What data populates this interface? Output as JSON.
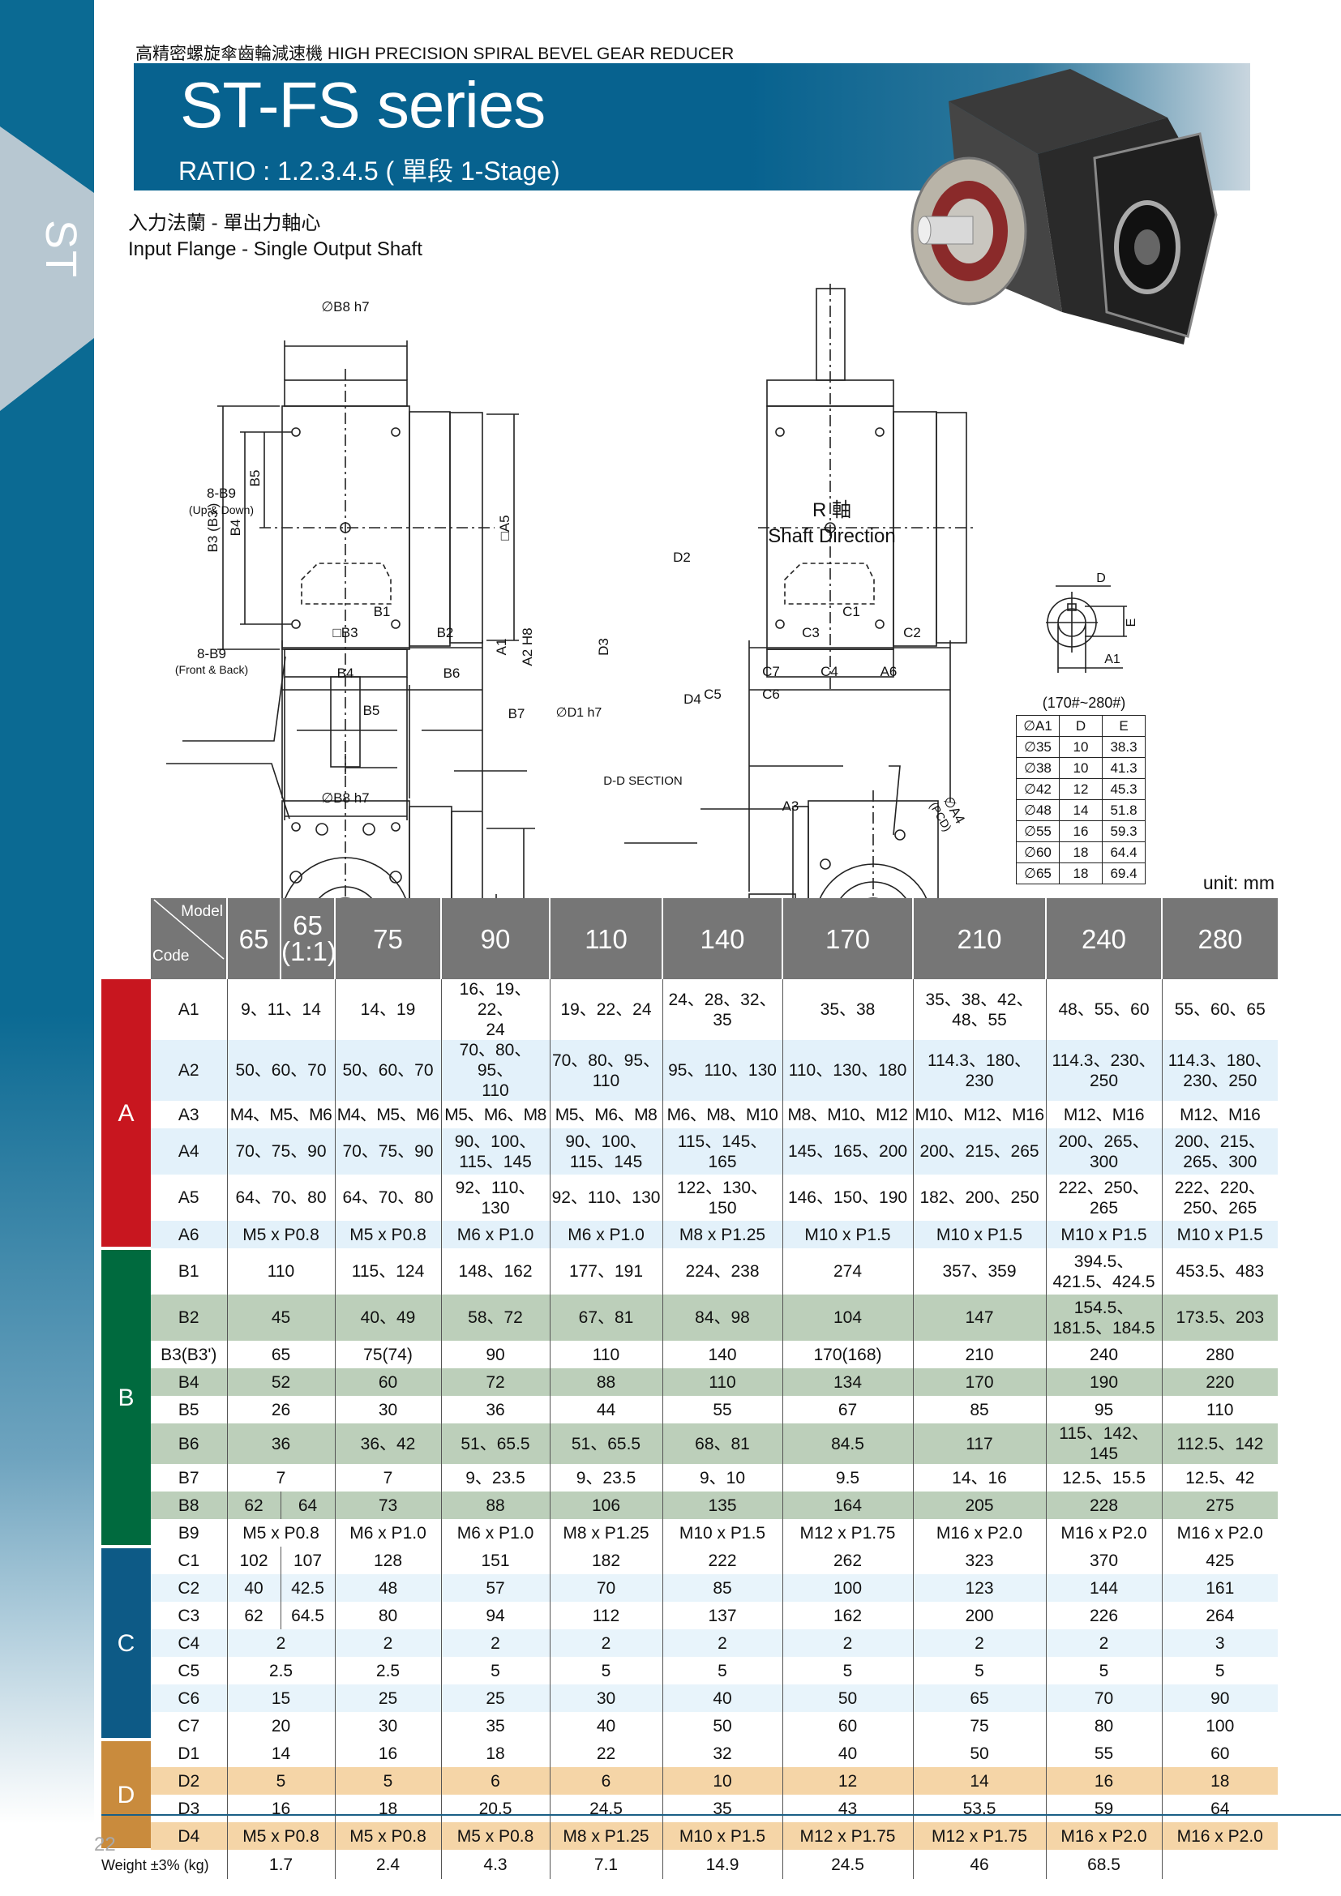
{
  "sidebar": {
    "label": "ST"
  },
  "header": {
    "caption": "高精密螺旋傘齒輪減速機  HIGH PRECISION SPIRAL BEVEL GEAR REDUCER",
    "title": "ST-FS series",
    "ratio": "RATIO : 1.2.3.4.5 ( 單段 1-Stage)"
  },
  "subtitle": {
    "cn": "入力法蘭 - 單出力軸心",
    "en": "Input Flange - Single Output Shaft"
  },
  "drawings": {
    "front": {
      "b8_top": "∅B8 h7",
      "b8_bottom": "∅B8 h7",
      "b3": "B3 (B3')",
      "b4": "B4",
      "b5": "B5",
      "a5": "□A5",
      "b9": "8-B9",
      "b9_note": "(Up & Down)"
    },
    "shaft": {
      "cn": "R 軸",
      "en": "Shaft Direction"
    },
    "side": {
      "b1": "B1",
      "b3": "□B3",
      "b2": "B2",
      "b4": "B4",
      "b6": "B6",
      "b5": "B5",
      "b7": "B7",
      "b9": "8-B9",
      "b9_note": "(Front & Back)",
      "a1": "A1",
      "a2": "A2 H8"
    },
    "section": {
      "d2": "D2",
      "d3": "D3",
      "d1": "∅D1 h7",
      "d4": "D4",
      "title": "D-D SECTION"
    },
    "flange": {
      "c1": "C1",
      "c3": "C3",
      "c2": "C2",
      "c7": "C7",
      "c4": "C4",
      "a6": "A6",
      "c5": "C5",
      "c6": "C6",
      "a3": "A3",
      "a4": "∅A4",
      "pcd": "(PCD)"
    },
    "key": {
      "d": "D",
      "e": "E",
      "a1": "A1",
      "range": "(170#~280#)"
    }
  },
  "key_table": {
    "headers": [
      "∅A1",
      "D",
      "E"
    ],
    "rows": [
      [
        "∅35",
        "10",
        "38.3"
      ],
      [
        "∅38",
        "10",
        "41.3"
      ],
      [
        "∅42",
        "12",
        "45.3"
      ],
      [
        "∅48",
        "14",
        "51.8"
      ],
      [
        "∅55",
        "16",
        "59.3"
      ],
      [
        "∅60",
        "18",
        "64.4"
      ],
      [
        "∅65",
        "18",
        "69.4"
      ]
    ]
  },
  "unit": "unit: mm",
  "colors": {
    "A": "#c8161f",
    "B": "#006a3e",
    "C": "#0d5a86",
    "D": "#c98b3d",
    "A_shade": "#e3f1fa",
    "B_shade": "#bccfba",
    "C_shade": "#e8f4fb",
    "D_shade": "#f5d5a7",
    "header": "#767676"
  },
  "spec_table": {
    "corner_model": "Model",
    "corner_code": "Code",
    "models": [
      "65",
      "65\n(1:1)",
      "75",
      "90",
      "110",
      "140",
      "170",
      "210",
      "240",
      "280"
    ],
    "groups": {
      "A": "A",
      "B": "B",
      "C": "C",
      "D": "D"
    },
    "rows": [
      {
        "group": "A",
        "code": "A1",
        "tall": true,
        "shade": false,
        "cells": [
          "9、11、14",
          "14、19",
          "16、19、22、\n24",
          "19、22、24",
          "24、28、32、\n35",
          "35、38",
          "35、38、42、\n48、55",
          "48、55、60",
          "55、60、65"
        ]
      },
      {
        "group": "A",
        "code": "A2",
        "tall": true,
        "shade": true,
        "cells": [
          "50、60、70",
          "50、60、70",
          "70、80、95、\n110",
          "70、80、95、\n110",
          "95、110、130",
          "110、130、180",
          "114.3、180、\n230",
          "114.3、230、\n250",
          "114.3、180、\n230、250"
        ]
      },
      {
        "group": "A",
        "code": "A3",
        "tall": false,
        "shade": false,
        "cells": [
          "M4、M5、M6",
          "M4、M5、M6",
          "M5、M6、M8",
          "M5、M6、M8",
          "M6、M8、M10",
          "M8、M10、M12",
          "M10、M12、M16",
          "M12、M16",
          "M12、M16"
        ]
      },
      {
        "group": "A",
        "code": "A4",
        "tall": true,
        "shade": true,
        "cells": [
          "70、75、90",
          "70、75、90",
          "90、100、\n115、145",
          "90、100、\n115、145",
          "115、145、\n165",
          "145、165、200",
          "200、215、265",
          "200、265、\n300",
          "200、215、\n265、300"
        ]
      },
      {
        "group": "A",
        "code": "A5",
        "tall": true,
        "shade": false,
        "cells": [
          "64、70、80",
          "64、70、80",
          "92、110、130",
          "92、110、130",
          "122、130、150",
          "146、150、190",
          "182、200、250",
          "222、250、\n265",
          "222、220、\n250、265"
        ]
      },
      {
        "group": "A",
        "code": "A6",
        "tall": false,
        "shade": true,
        "cells": [
          "M5 x P0.8",
          "M5 x P0.8",
          "M6 x P1.0",
          "M6 x P1.0",
          "M8 x P1.25",
          "M10 x P1.5",
          "M10 x P1.5",
          "M10 x P1.5",
          "M10 x P1.5"
        ]
      },
      {
        "group": "B",
        "code": "B1",
        "tall": true,
        "shade": false,
        "cells": [
          "110",
          "115、124",
          "148、162",
          "177、191",
          "224、238",
          "274",
          "357、359",
          "394.5、\n421.5、424.5",
          "453.5、483"
        ]
      },
      {
        "group": "B",
        "code": "B2",
        "tall": true,
        "shade": true,
        "cells": [
          "45",
          "40、49",
          "58、72",
          "67、81",
          "84、98",
          "104",
          "147",
          "154.5、\n181.5、184.5",
          "173.5、203"
        ]
      },
      {
        "group": "B",
        "code": "B3(B3')",
        "tall": false,
        "shade": false,
        "cells": [
          "65",
          "75(74)",
          "90",
          "110",
          "140",
          "170(168)",
          "210",
          "240",
          "280"
        ]
      },
      {
        "group": "B",
        "code": "B4",
        "tall": false,
        "shade": true,
        "cells": [
          "52",
          "60",
          "72",
          "88",
          "110",
          "134",
          "170",
          "190",
          "220"
        ]
      },
      {
        "group": "B",
        "code": "B5",
        "tall": false,
        "shade": false,
        "cells": [
          "26",
          "30",
          "36",
          "44",
          "55",
          "67",
          "85",
          "95",
          "110"
        ]
      },
      {
        "group": "B",
        "code": "B6",
        "tall": false,
        "shade": true,
        "cells": [
          "36",
          "36、42",
          "51、65.5",
          "51、65.5",
          "68、81",
          "84.5",
          "117",
          "115、142、145",
          "112.5、142"
        ]
      },
      {
        "group": "B",
        "code": "B7",
        "tall": false,
        "shade": false,
        "cells": [
          "7",
          "7",
          "9、23.5",
          "9、23.5",
          "9、10",
          "9.5",
          "14、16",
          "12.5、15.5",
          "12.5、42"
        ]
      },
      {
        "group": "B",
        "code": "B8",
        "tall": false,
        "shade": true,
        "cells": [
          "62",
          "64",
          "73",
          "88",
          "106",
          "135",
          "164",
          "205",
          "228",
          "275"
        ]
      },
      {
        "group": "B",
        "code": "B9",
        "tall": false,
        "shade": false,
        "cells": [
          "M5 x P0.8",
          "M6 x P1.0",
          "M6 x P1.0",
          "M8 x P1.25",
          "M10 x P1.5",
          "M12 x P1.75",
          "M16 x P2.0",
          "M16 x P2.0",
          "M16 x P2.0"
        ]
      },
      {
        "group": "C",
        "code": "C1",
        "tall": false,
        "shade": false,
        "cells": [
          "102",
          "107",
          "128",
          "151",
          "182",
          "222",
          "262",
          "323",
          "370",
          "425"
        ]
      },
      {
        "group": "C",
        "code": "C2",
        "tall": false,
        "shade": true,
        "cells": [
          "40",
          "42.5",
          "48",
          "57",
          "70",
          "85",
          "100",
          "123",
          "144",
          "161"
        ]
      },
      {
        "group": "C",
        "code": "C3",
        "tall": false,
        "shade": false,
        "cells": [
          "62",
          "64.5",
          "80",
          "94",
          "112",
          "137",
          "162",
          "200",
          "226",
          "264"
        ]
      },
      {
        "group": "C",
        "code": "C4",
        "tall": false,
        "shade": true,
        "cells": [
          "2",
          "2",
          "2",
          "2",
          "2",
          "2",
          "2",
          "2",
          "3"
        ]
      },
      {
        "group": "C",
        "code": "C5",
        "tall": false,
        "shade": false,
        "cells": [
          "2.5",
          "2.5",
          "5",
          "5",
          "5",
          "5",
          "5",
          "5",
          "5"
        ]
      },
      {
        "group": "C",
        "code": "C6",
        "tall": false,
        "shade": true,
        "cells": [
          "15",
          "25",
          "25",
          "30",
          "40",
          "50",
          "65",
          "70",
          "90"
        ]
      },
      {
        "group": "C",
        "code": "C7",
        "tall": false,
        "shade": false,
        "cells": [
          "20",
          "30",
          "35",
          "40",
          "50",
          "60",
          "75",
          "80",
          "100"
        ]
      },
      {
        "group": "D",
        "code": "D1",
        "tall": false,
        "shade": false,
        "cells": [
          "14",
          "16",
          "18",
          "22",
          "32",
          "40",
          "50",
          "55",
          "60"
        ]
      },
      {
        "group": "D",
        "code": "D2",
        "tall": false,
        "shade": true,
        "cells": [
          "5",
          "5",
          "6",
          "6",
          "10",
          "12",
          "14",
          "16",
          "18"
        ]
      },
      {
        "group": "D",
        "code": "D3",
        "tall": false,
        "shade": false,
        "cells": [
          "16",
          "18",
          "20.5",
          "24.5",
          "35",
          "43",
          "53.5",
          "59",
          "64"
        ]
      },
      {
        "group": "D",
        "code": "D4",
        "tall": false,
        "shade": true,
        "cells": [
          "M5 x P0.8",
          "M5 x P0.8",
          "M5 x P0.8",
          "M8 x P1.25",
          "M10 x P1.5",
          "M12 x P1.75",
          "M12 x P1.75",
          "M16 x P2.0",
          "M16 x P2.0"
        ]
      }
    ],
    "weight": {
      "label": "Weight ±3% (kg)",
      "cells": [
        "1.7",
        "2.4",
        "4.3",
        "7.1",
        "14.9",
        "24.5",
        "46",
        "68.5",
        ""
      ]
    }
  },
  "page_number": "22"
}
